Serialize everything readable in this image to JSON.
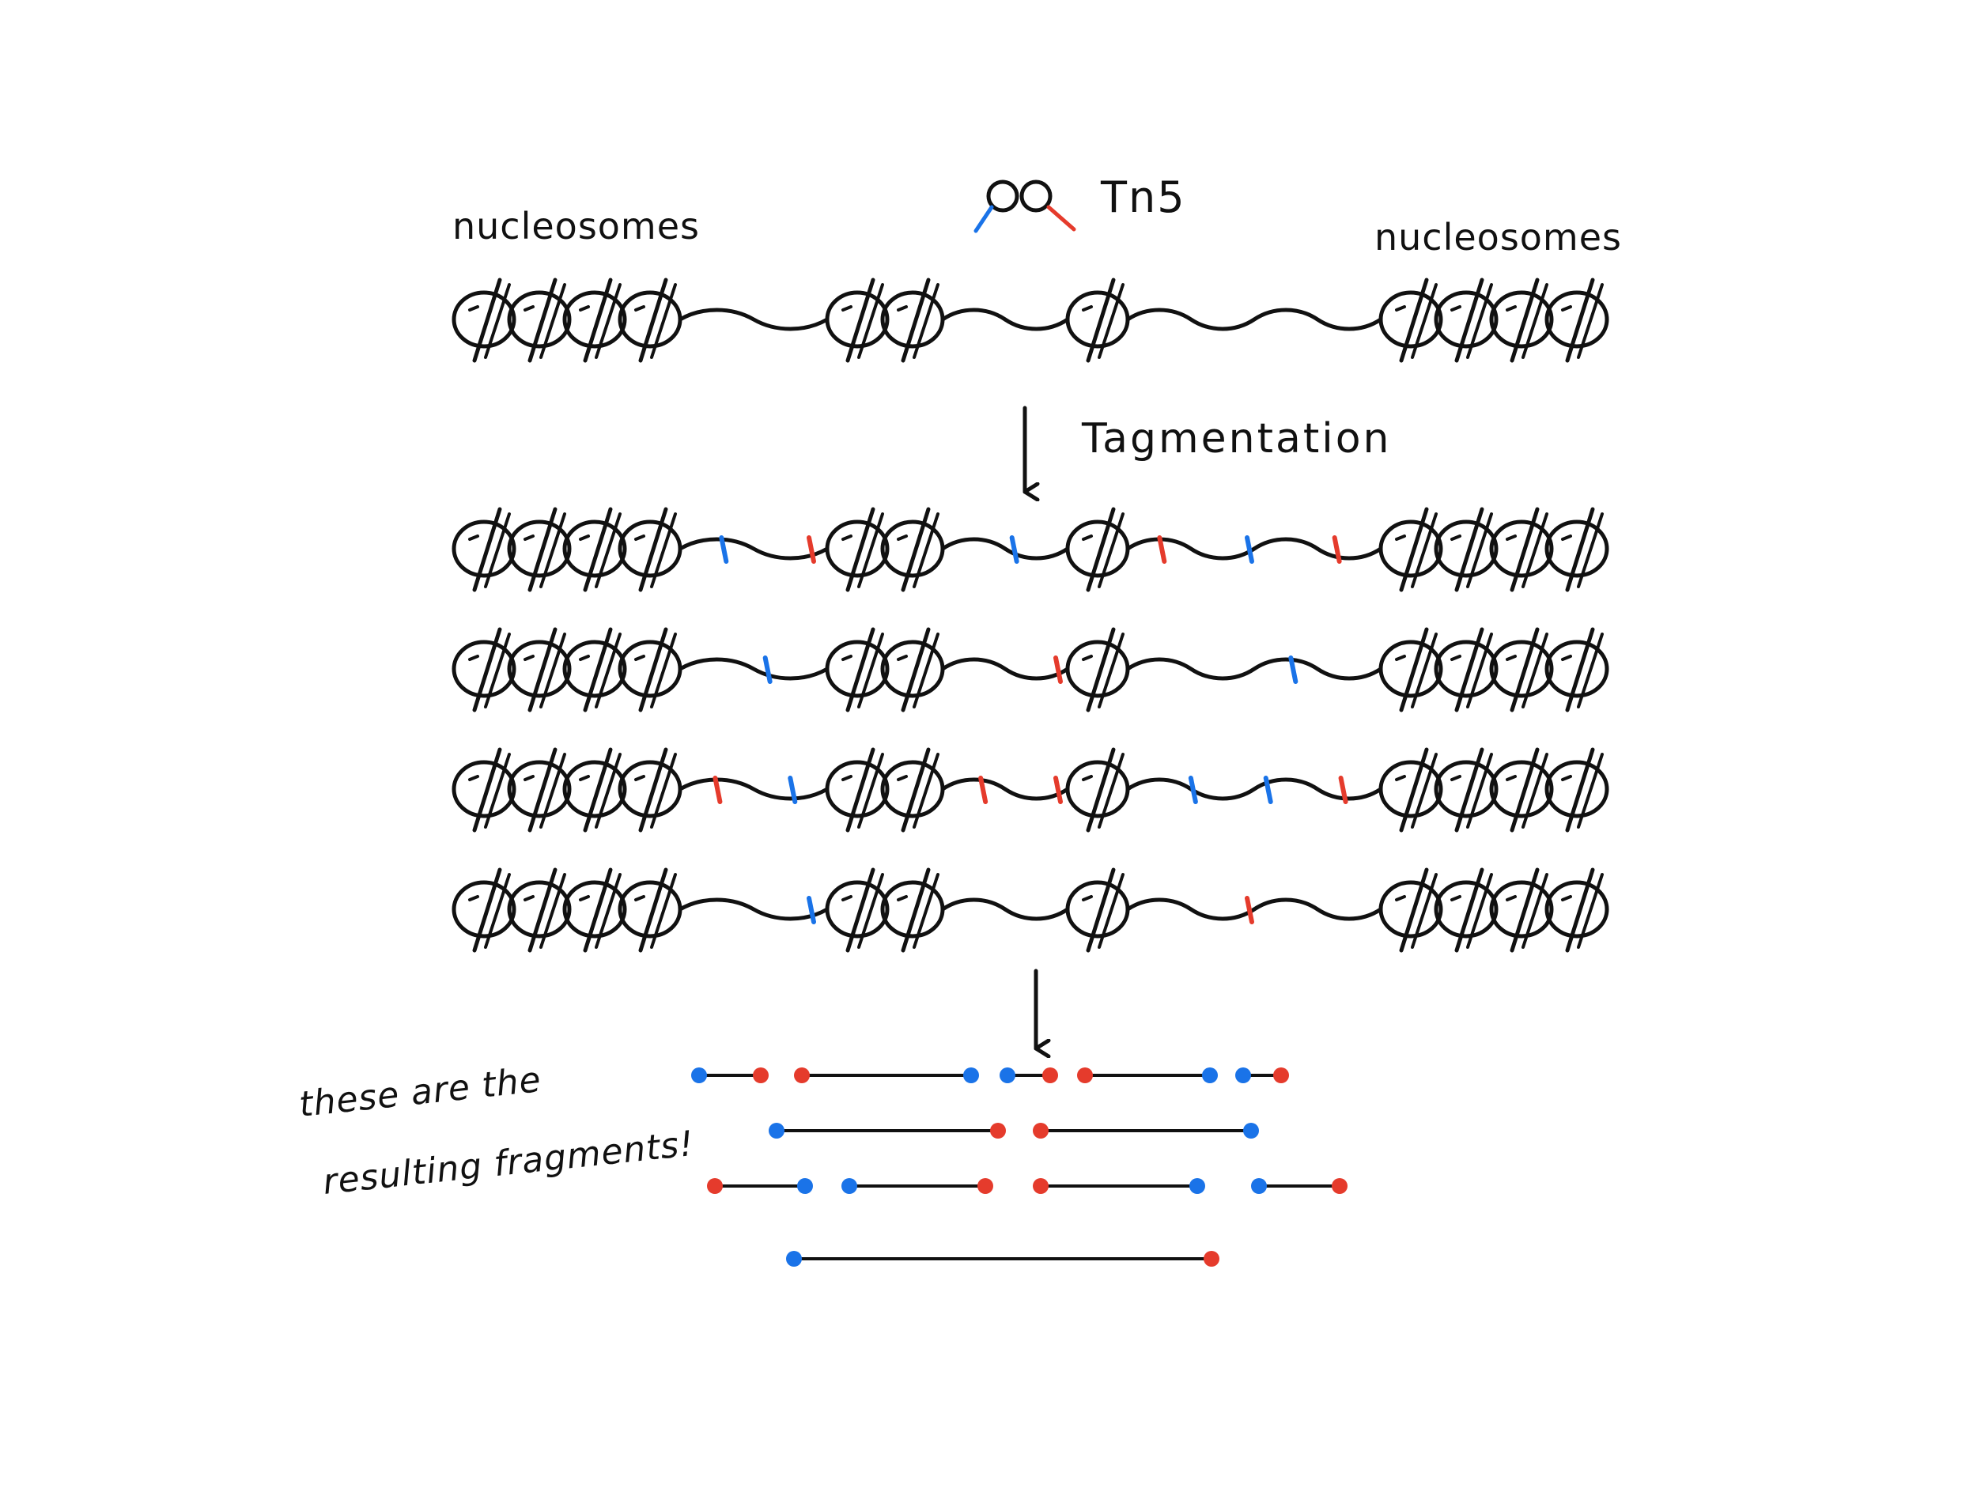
{
  "colors": {
    "ink": "#111111",
    "blue": "#1a73e8",
    "red": "#e53b2c",
    "background": "#ffffff"
  },
  "labels": {
    "nucleosomes_left": "nucleosomes",
    "nucleosomes_right": "nucleosomes",
    "tn5": "Tn5",
    "tagmentation": "Tagmentation",
    "fragments_note_line1": "these are the",
    "fragments_note_line2": "resulting fragments!"
  },
  "chromatin": {
    "nucleosome_groups": [
      4,
      2,
      1,
      4
    ],
    "tn5_icon": "tn5-transposase-dimer",
    "tagmented_copies": [
      {
        "cut_marks": [
          "blue",
          "red",
          "blue",
          "red",
          "blue",
          "red"
        ]
      },
      {
        "cut_marks": [
          "blue",
          "red",
          "blue"
        ]
      },
      {
        "cut_marks": [
          "red",
          "blue",
          "red",
          "red",
          "blue",
          "blue",
          "red"
        ]
      },
      {
        "cut_marks": [
          "blue",
          "red"
        ]
      }
    ]
  },
  "fragments": [
    {
      "ends": [
        [
          "blue",
          "red"
        ],
        [
          "red",
          "blue"
        ],
        [
          "blue",
          "red"
        ],
        [
          "red",
          "blue"
        ],
        [
          "blue",
          "red"
        ]
      ]
    },
    {
      "ends": [
        [
          "blue",
          "red"
        ],
        [
          "red",
          "blue"
        ]
      ]
    },
    {
      "ends": [
        [
          "red",
          "blue"
        ],
        [
          "blue",
          "red"
        ],
        [
          "red",
          "blue"
        ],
        [
          "blue",
          "red"
        ]
      ]
    },
    {
      "ends": [
        [
          "blue",
          "red"
        ]
      ]
    }
  ]
}
